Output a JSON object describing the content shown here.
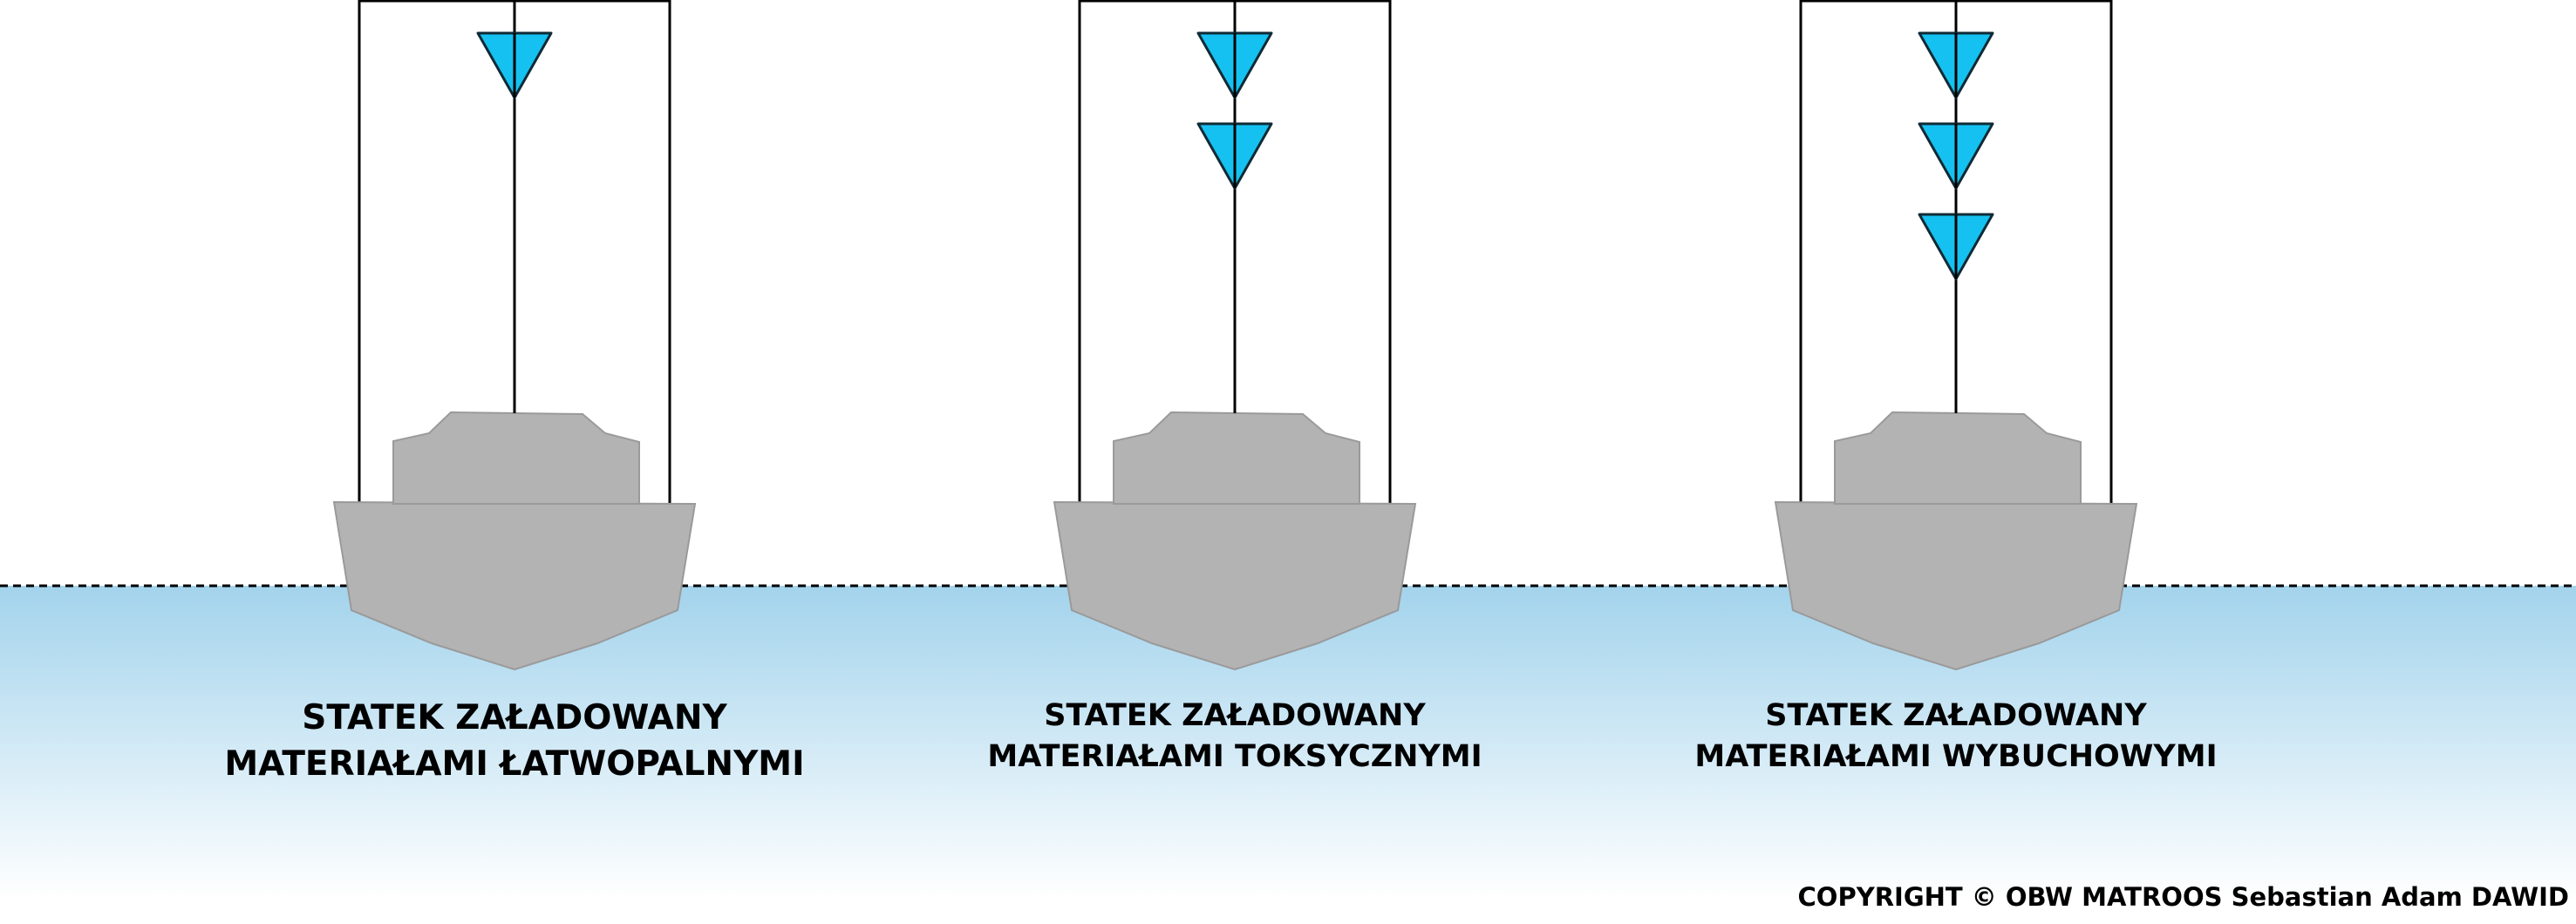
{
  "colors": {
    "water_top": "#a3d3ec",
    "water_bottom": "#ffffff",
    "hull": "#b3b3b3",
    "hull_outline": "#9a9a9a",
    "signal_triangle": "#15c1f0",
    "lines": "#000000"
  },
  "ships": [
    {
      "signal_count": 1,
      "label_line1": "STATEK ZAŁADOWANY",
      "label_line2": "MATERIAŁAMI ŁATWOPALNYMI"
    },
    {
      "signal_count": 2,
      "label_line1": "STATEK ZAŁADOWANY",
      "label_line2": "MATERIAŁAMI TOKSYCZNYMI"
    },
    {
      "signal_count": 3,
      "label_line1": "STATEK ZAŁADOWANY",
      "label_line2": "MATERIAŁAMI WYBUCHOWYMI"
    }
  ],
  "copyright": "COPYRIGHT © OBW MATROOS Sebastian Adam DAWID"
}
